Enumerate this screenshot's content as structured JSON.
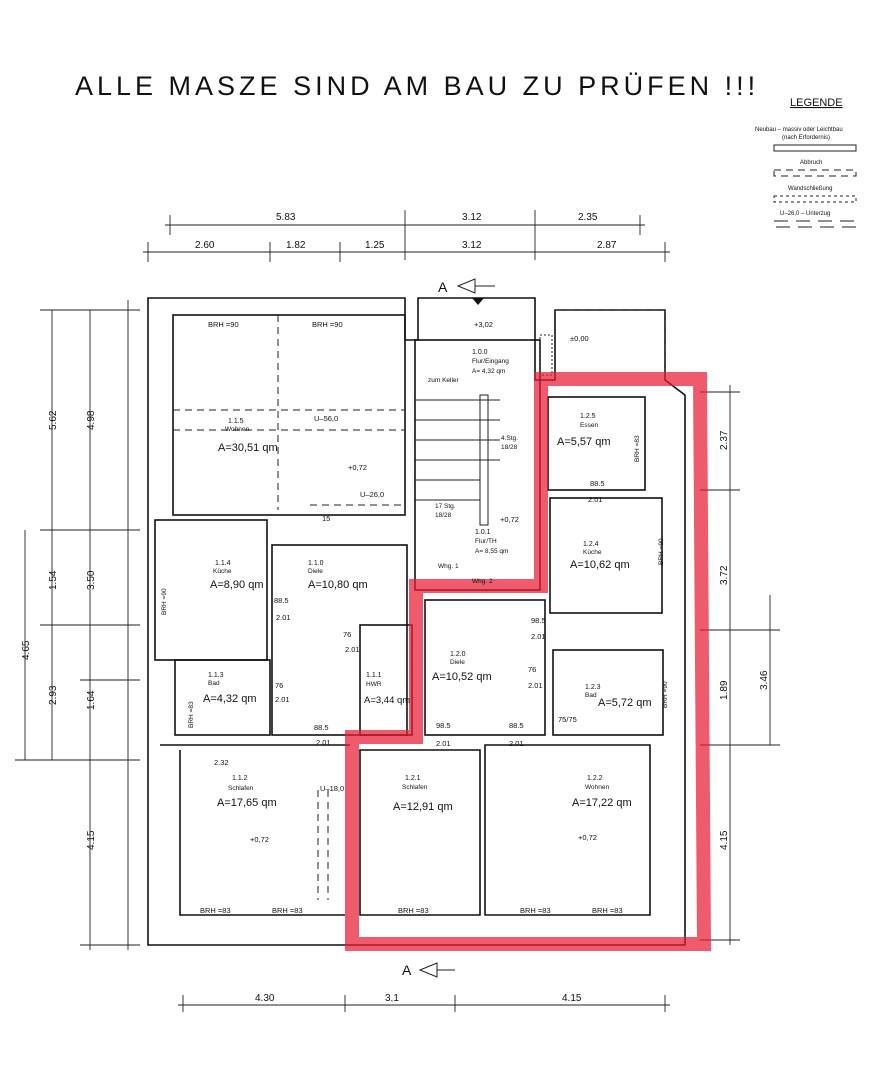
{
  "title": "ALLE MASZE SIND AM BAU ZU PRÜFEN !!!",
  "legend": {
    "heading": "LEGENDE",
    "items": [
      {
        "label": "Neubau – massiv oder Leichtbau",
        "sub": "(nach Erfordernis)"
      },
      {
        "label": "Abbruch"
      },
      {
        "label": "Wandschließung"
      },
      {
        "label": "U–26,0 – Unterzug"
      }
    ]
  },
  "section_marker": "A",
  "dimensions": {
    "top_row1": [
      "5.83",
      "3.12",
      "2.35"
    ],
    "top_row2": [
      "2.60",
      "1.82",
      "1.25",
      "3.12",
      "2.87"
    ],
    "left": [
      "5.62",
      "4.98",
      "1.54",
      "3.50",
      "2.93",
      "1.64",
      "4.65",
      "4.15"
    ],
    "right": [
      "2.37",
      "3.72",
      "1.89",
      "3.46",
      "4.15"
    ],
    "bottom": [
      "4.30",
      "3.1",
      "4.15"
    ]
  },
  "rooms": [
    {
      "no": "1.1.5",
      "name": "Wohnen",
      "area": "A=30,51 qm"
    },
    {
      "no": "1.1.4",
      "name": "Küche",
      "area": "A=8,90 qm"
    },
    {
      "no": "1.1.0",
      "name": "Diele",
      "area": "A=10,80 qm"
    },
    {
      "no": "1.1.3",
      "name": "Bad",
      "area": "A=4,32 qm"
    },
    {
      "no": "1.1.1",
      "name": "HWR",
      "area": "A=3,44 qm"
    },
    {
      "no": "1.1.2",
      "name": "Schlafen",
      "area": "A=17,65 qm"
    },
    {
      "no": "1.0.0",
      "name": "Flur/Eingang",
      "area": "A= 4,32 qm"
    },
    {
      "no": "1.0.1",
      "name": "Flur/TH",
      "area": "A= 8,55 qm"
    },
    {
      "no": "1.2.5",
      "name": "Essen",
      "area": "A=5,57 qm"
    },
    {
      "no": "1.2.4",
      "name": "Küche",
      "area": "A=10,62 qm"
    },
    {
      "no": "1.2.0",
      "name": "Diele",
      "area": "A=10,52 qm"
    },
    {
      "no": "1.2.3",
      "name": "Bad",
      "area": "A=5,72 qm"
    },
    {
      "no": "1.2.1",
      "name": "Schlafen",
      "area": "A=12,91 qm"
    },
    {
      "no": "1.2.2",
      "name": "Wohnen",
      "area": "A=17,22 qm"
    }
  ],
  "annotations": {
    "brh90": "BRH =90",
    "brh83": "BRH =83",
    "u56": "U–56,0",
    "u26": "U–26,0",
    "u18": "U–18,0",
    "level_072": "+0,72",
    "level_000": "±0,00",
    "level_302": "+3,02",
    "keller": "zum Keller",
    "stairs_up": "4.Stg.",
    "stairs_up_size": "18/28",
    "stairs_main": "17 Stg.",
    "stairs_main_size": "18/28",
    "whg1": "Whg. 1",
    "whg2": "Whg. 2",
    "door_885": "88.5",
    "door_985": "98.5",
    "door_76": "76",
    "door_h": "2.01",
    "shower": "75/75",
    "dim_232": "2.32",
    "tread": "15"
  },
  "colors": {
    "highlight": "#e81c34",
    "lines": "#111111"
  }
}
